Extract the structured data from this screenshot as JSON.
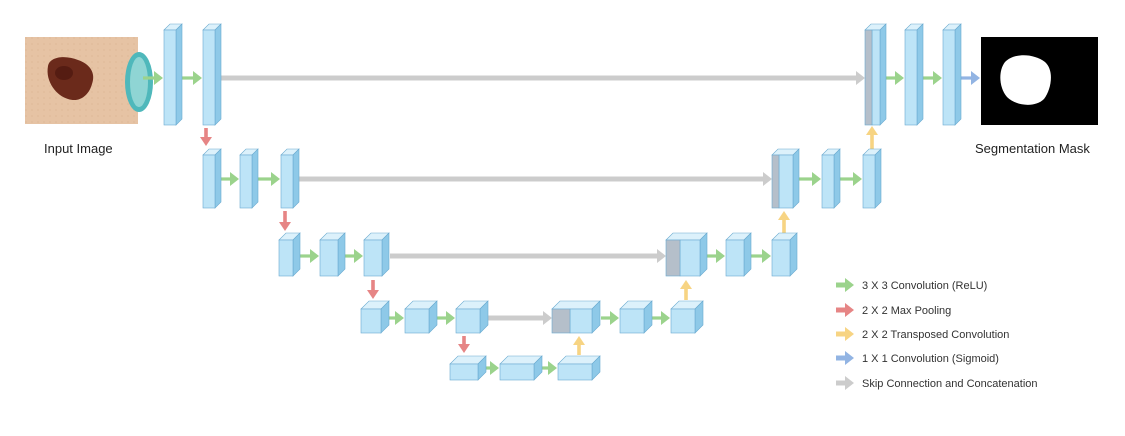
{
  "labels": {
    "input_image": "Input Image",
    "segmentation_mask": "Segmentation Mask"
  },
  "legend": [
    {
      "key": "conv",
      "label": "3 X 3 Convolution (ReLU)",
      "color": "#9bd38c"
    },
    {
      "key": "pool",
      "label": "2 X 2 Max Pooling",
      "color": "#e68585"
    },
    {
      "key": "up",
      "label": "2 X 2 Transposed Convolution",
      "color": "#f7d483"
    },
    {
      "key": "final",
      "label": "1 X 1 Convolution (Sigmoid)",
      "color": "#92b4e3"
    },
    {
      "key": "skip",
      "label": "Skip Connection and Concatenation",
      "color": "#cccccc"
    }
  ],
  "colors": {
    "block_face": "#bde4f7",
    "block_side": "#8ec9e8",
    "block_top": "#dcf1fb",
    "block_edge": "#6aaad0",
    "concat_face": "#b5bfca",
    "concat_side": "#98a3af",
    "concat_top": "#d3d9e0"
  }
}
